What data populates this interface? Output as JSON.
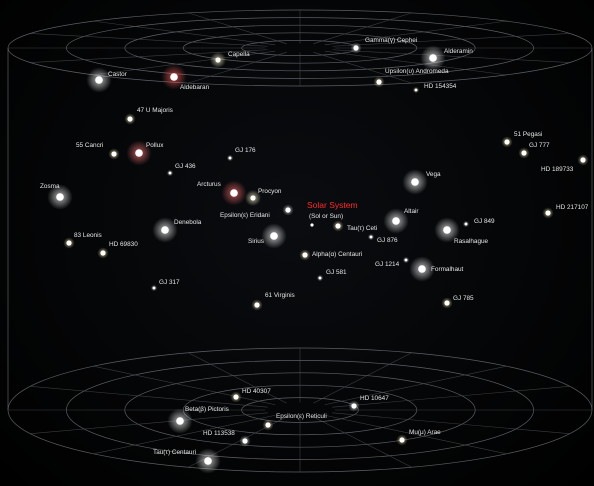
{
  "map": {
    "sun_label": "Solar System",
    "sun_sublabel": "(Sol or Sun)",
    "stars": [
      {
        "name": "Gamma(γ) Cephei",
        "color": "#ffffff",
        "size": "small",
        "halo": false
      },
      {
        "name": "Alderamin",
        "color": "#ffffff",
        "size": "medium",
        "halo": true
      },
      {
        "name": "Capella",
        "color": "#fff6c8",
        "size": "small",
        "halo": true
      },
      {
        "name": "Castor",
        "color": "#ffffff",
        "size": "medium",
        "halo": true
      },
      {
        "name": "Aldebaran",
        "color": "#ff6060",
        "size": "medium",
        "halo": true
      },
      {
        "name": "Upsilon(υ) Andromeda",
        "color": "#fff3c0",
        "size": "small",
        "halo": false
      },
      {
        "name": "HD 154354",
        "color": "#fff3c0",
        "size": "tiny",
        "halo": false
      },
      {
        "name": "47 U Majoris",
        "color": "#fff6c0",
        "size": "small",
        "halo": false
      },
      {
        "name": "55 Cancri",
        "color": "#fff3a8",
        "size": "small",
        "halo": false
      },
      {
        "name": "Pollux",
        "color": "#ff7a7a",
        "size": "medium",
        "halo": true
      },
      {
        "name": "GJ 176",
        "color": "#ffffff",
        "size": "tiny",
        "halo": false
      },
      {
        "name": "GJ 436",
        "color": "#ffffff",
        "size": "tiny",
        "halo": false
      },
      {
        "name": "51 Pegasi",
        "color": "#fff3b0",
        "size": "small",
        "halo": false
      },
      {
        "name": "GJ 777",
        "color": "#fff3b0",
        "size": "small",
        "halo": false
      },
      {
        "name": "HD 189733",
        "color": "#fff0c8",
        "size": "small",
        "halo": false
      },
      {
        "name": "Zosma",
        "color": "#ffffff",
        "size": "medium",
        "halo": true
      },
      {
        "name": "Arcturus",
        "color": "#ff7070",
        "size": "medium",
        "halo": true
      },
      {
        "name": "Procyon",
        "color": "#fff6c8",
        "size": "small",
        "halo": true
      },
      {
        "name": "Vega",
        "color": "#ffffff",
        "size": "medium",
        "halo": true
      },
      {
        "name": "Epsilon(ε) Eridani",
        "color": "#ffffff",
        "size": "small",
        "halo": false
      },
      {
        "name": "HD 217107",
        "color": "#fff3b0",
        "size": "small",
        "halo": false
      },
      {
        "name": "Tau(τ) Ceti",
        "color": "#fff3b0",
        "size": "small",
        "halo": false
      },
      {
        "name": "Altair",
        "color": "#ffffff",
        "size": "medium",
        "halo": true
      },
      {
        "name": "GJ 849",
        "color": "#ffffff",
        "size": "tiny",
        "halo": false
      },
      {
        "name": "Denebola",
        "color": "#ffffff",
        "size": "medium",
        "halo": true
      },
      {
        "name": "83 Leonis",
        "color": "#fff3b0",
        "size": "small",
        "halo": false
      },
      {
        "name": "HD 69830",
        "color": "#fff3b0",
        "size": "small",
        "halo": false
      },
      {
        "name": "Sirius",
        "color": "#ffffff",
        "size": "medium",
        "halo": true
      },
      {
        "name": "GJ 876",
        "color": "#ffffff",
        "size": "tiny",
        "halo": false
      },
      {
        "name": "Rasalhague",
        "color": "#ffffff",
        "size": "medium",
        "halo": true
      },
      {
        "name": "Alpha(α) Centauri",
        "color": "#fff3b0",
        "size": "small",
        "halo": false
      },
      {
        "name": "GJ 581",
        "color": "#ffffff",
        "size": "tiny",
        "halo": false
      },
      {
        "name": "GJ 1214",
        "color": "#ffffff",
        "size": "tiny",
        "halo": false
      },
      {
        "name": "Formalhaut",
        "color": "#ffffff",
        "size": "medium",
        "halo": true
      },
      {
        "name": "GJ 317",
        "color": "#ffffff",
        "size": "tiny",
        "halo": false
      },
      {
        "name": "61 Virginis",
        "color": "#fff3b0",
        "size": "small",
        "halo": false
      },
      {
        "name": "GJ 785",
        "color": "#fff3b0",
        "size": "small",
        "halo": false
      },
      {
        "name": "HD 40307",
        "color": "#fff3b0",
        "size": "small",
        "halo": false
      },
      {
        "name": "HD 10647",
        "color": "#ffffff",
        "size": "small",
        "halo": false
      },
      {
        "name": "Beta(β) Pictoris",
        "color": "#ffffff",
        "size": "medium",
        "halo": true
      },
      {
        "name": "Epsilon(ε) Reticuli",
        "color": "#ffe0b0",
        "size": "small",
        "halo": false
      },
      {
        "name": "HD 113538",
        "color": "#ffffff",
        "size": "small",
        "halo": false
      },
      {
        "name": "Mu(μ) Arae",
        "color": "#fff3b0",
        "size": "small",
        "halo": false
      },
      {
        "name": "Tau(τ) Centauri",
        "color": "#ffffff",
        "size": "medium",
        "halo": true
      }
    ]
  }
}
